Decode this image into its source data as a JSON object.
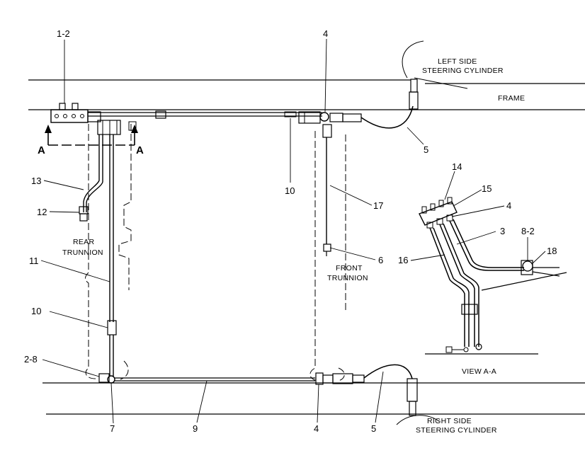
{
  "labels": {
    "part_1_2": "1-2",
    "part_4_top": "4",
    "part_5_top": "5",
    "part_10_mid": "10",
    "part_17": "17",
    "part_6": "6",
    "part_13": "13",
    "part_12": "12",
    "part_11": "11",
    "part_10_left": "10",
    "part_2_8": "2-8",
    "part_7": "7",
    "part_9": "9",
    "part_4_bottom": "4",
    "part_5_bottom": "5",
    "part_14": "14",
    "part_15": "15",
    "part_4_view": "4",
    "part_3": "3",
    "part_8_2": "8-2",
    "part_18": "18",
    "part_16": "16",
    "section_a_left": "A",
    "section_a_right": "A"
  },
  "captions": {
    "left_cyl_line1": "LEFT SIDE",
    "left_cyl_line2": "STEERING CYLINDER",
    "frame": "FRAME",
    "rear_trunnion_line1": "REAR",
    "rear_trunnion_line2": "TRUNNION",
    "front_trunnion_line1": "FRONT",
    "front_trunnion_line2": "TRUNNION",
    "view_aa": "VIEW A-A",
    "right_cyl_line1": "RIGHT SIDE",
    "right_cyl_line2": "STEERING CYLINDER"
  },
  "icons": {
    "up_arrow": "up-arrow-icon"
  }
}
